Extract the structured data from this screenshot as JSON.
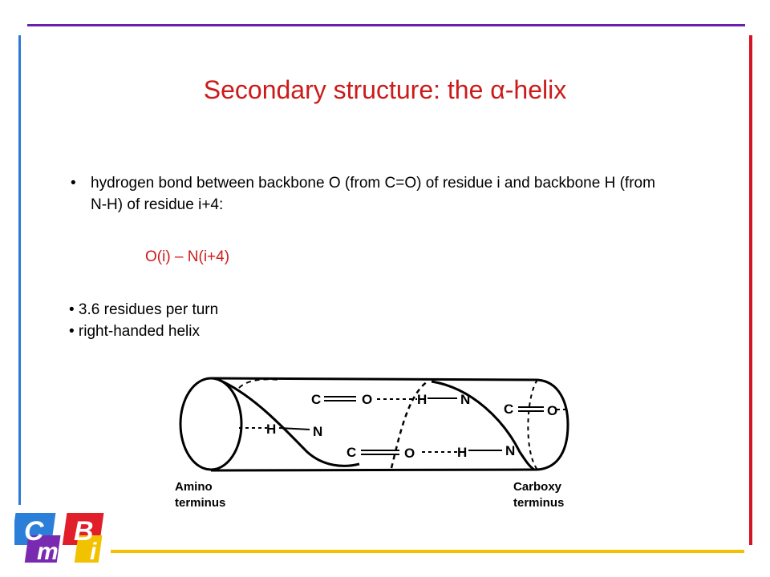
{
  "slide": {
    "title": "Secondary structure: the α-helix",
    "bullet_mark": "•",
    "bullet_1": "hydrogen bond between backbone O (from C=O) of residue i and backbone H (from N-H) of residue i+4:",
    "formula": "O(i) – N(i+4)",
    "bullet_2": "• 3.6 residues per turn",
    "bullet_3": "• right-handed helix"
  },
  "diagram": {
    "atoms": {
      "c": "C",
      "o": "O",
      "h": "H",
      "n": "N"
    },
    "label_amino_1": "Amino",
    "label_amino_2": "terminus",
    "label_carboxy_1": "Carboxy",
    "label_carboxy_2": "terminus"
  },
  "logo": {
    "c": "C",
    "m": "m",
    "b": "B",
    "i": "i",
    "colors": {
      "c": "#2b7fd8",
      "m": "#7a2ab0",
      "b": "#e01f2a",
      "i": "#f2c200"
    }
  },
  "colors": {
    "title": "#cc1a1a",
    "top_rule": "#6a1fb0",
    "left_rule": "#2e7ad6",
    "right_rule": "#d61426",
    "bottom_rule": "#f2c200"
  }
}
